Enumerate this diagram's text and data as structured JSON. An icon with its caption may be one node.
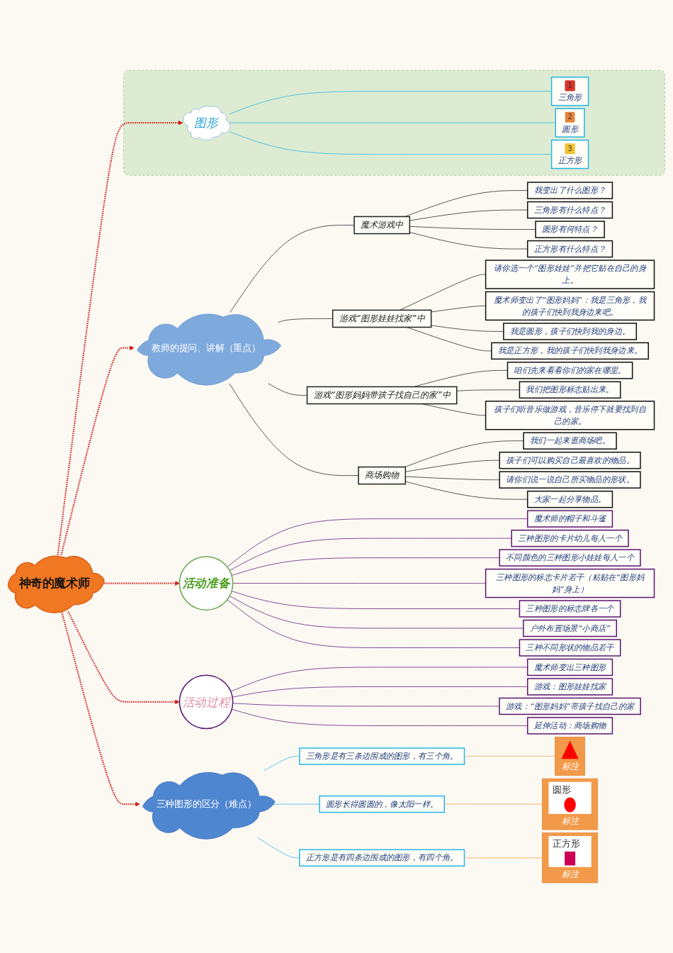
{
  "diagram": {
    "nodes": [
      {
        "text": [
          "神奇的魔术师"
        ]
      },
      {
        "text": [
          "教师的提问、讲解（重点）"
        ]
      },
      {
        "text": [
          "魔术游戏中"
        ]
      },
      {
        "text": [
          "我变出了什么图形？"
        ]
      },
      {
        "text": [
          "三角形有什么特点？"
        ]
      },
      {
        "text": [
          "圆形有何特点？"
        ]
      },
      {
        "text": [
          "正方形有什么特点？"
        ]
      },
      {
        "text": [
          "游戏“图形娃娃找家”中"
        ]
      },
      {
        "text": [
          "请你选一个“图形娃娃”并把它贴在自己的身上。"
        ]
      },
      {
        "text": [
          "魔术师变出了“图形妈妈”：我是三角形，我的孩子们快到我身边来吧。"
        ]
      },
      {
        "text": [
          "我是圆形，孩子们快到我的身边。"
        ]
      },
      {
        "text": [
          "我是正方形，我的孩子们快到我身边来。"
        ]
      },
      {
        "text": [
          "游戏“图形妈妈带孩子找自己的家”中"
        ]
      },
      {
        "text": [
          "咱们先来看看你们的家在哪里。"
        ]
      },
      {
        "text": [
          "我们把图形标志贴出来。"
        ]
      },
      {
        "text": [
          "孩子们听音乐做游戏，音乐停下就要找到自己的家。"
        ]
      },
      {
        "text": [
          "商场购物"
        ]
      },
      {
        "text": [
          "我们一起来逛商场吧。"
        ]
      },
      {
        "text": [
          "孩子们可以购买自己最喜欢的物品。"
        ]
      },
      {
        "text": [
          "请你们说一说自己所买物品的形状。"
        ]
      },
      {
        "text": [
          "大家一起分享物品。"
        ]
      },
      {
        "text": [
          "活动准备"
        ]
      },
      {
        "text": [
          "魔术师的帽子和斗篷"
        ]
      },
      {
        "text": [
          "三种图形的卡片幼儿每人一个"
        ]
      },
      {
        "text": [
          "不同颜色的三种图形小娃娃每人一个"
        ]
      },
      {
        "text": [
          "三种图形的标志卡片若干（粘贴在“图形妈妈”身上）"
        ]
      },
      {
        "text": [
          "三种图形的标志牌各一个"
        ]
      },
      {
        "text": [
          "户外布置场景“小商店”"
        ]
      },
      {
        "text": [
          "三种不同形状的物品若干"
        ]
      },
      {
        "text": [
          "活动过程"
        ]
      },
      {
        "text": [
          "魔术师变出三种图形"
        ]
      },
      {
        "text": [
          "游戏：图形娃娃找家"
        ]
      },
      {
        "text": [
          "游戏：“图形妈妈”带孩子找自己的家"
        ]
      },
      {
        "text": [
          "延伸活动：商场购物"
        ]
      },
      {
        "text": [],
        "shape": "box"
      },
      {
        "text": [
          "图形"
        ],
        "in": 34
      },
      {
        "text": [
          "1",
          "三角形"
        ],
        "in": 34
      },
      {
        "text": [
          "2",
          "圆形"
        ],
        "in": 34
      },
      {
        "text": [
          "3",
          "正方形"
        ],
        "in": 34
      },
      {
        "text": [
          "三种图形的区分（难点）"
        ]
      },
      {
        "text": [
          "三角形是有三条边围成的图形，有三个角。"
        ]
      },
      {
        "text": [
          "标注"
        ]
      },
      {
        "text": [
          "圆形长得圆圆的，像太阳一样。"
        ]
      },
      {
        "text": [
          "圆形",
          "标注"
        ]
      },
      {
        "text": [
          "正方形是有四条边围成的图形，有四个角。"
        ]
      },
      {
        "text": [
          "正方形",
          "标注"
        ]
      }
    ],
    "edges": [
      {
        "from": 0,
        "to": 1,
        "arrow": "to",
        "style": "dashed",
        "color": "#d01c1c"
      },
      {
        "from": 1,
        "to": 2,
        "arrow": "none"
      },
      {
        "from": 2,
        "to": 3,
        "arrow": "none"
      },
      {
        "from": 2,
        "to": 4,
        "arrow": "none"
      },
      {
        "from": 2,
        "to": 5,
        "arrow": "none"
      },
      {
        "from": 2,
        "to": 6,
        "arrow": "none"
      },
      {
        "from": 1,
        "to": 7,
        "arrow": "none"
      },
      {
        "from": 7,
        "to": 8,
        "arrow": "none"
      },
      {
        "from": 7,
        "to": 9,
        "arrow": "none"
      },
      {
        "from": 7,
        "to": 10,
        "arrow": "none"
      },
      {
        "from": 7,
        "to": 11,
        "arrow": "none"
      },
      {
        "from": 1,
        "to": 12,
        "arrow": "none"
      },
      {
        "from": 12,
        "to": 13,
        "arrow": "none"
      },
      {
        "from": 12,
        "to": 14,
        "arrow": "none"
      },
      {
        "from": 12,
        "to": 15,
        "arrow": "none"
      },
      {
        "from": 1,
        "to": 16,
        "arrow": "none"
      },
      {
        "from": 16,
        "to": 17,
        "arrow": "none"
      },
      {
        "from": 16,
        "to": 18,
        "arrow": "none"
      },
      {
        "from": 16,
        "to": 19,
        "arrow": "none"
      },
      {
        "from": 16,
        "to": 20,
        "arrow": "none"
      },
      {
        "from": 0,
        "to": 21,
        "arrow": "to",
        "style": "dashed",
        "color": "#d01c1c"
      },
      {
        "from": 21,
        "to": 22,
        "arrow": "none",
        "color": "#5b1670"
      },
      {
        "from": 21,
        "to": 23,
        "arrow": "none",
        "color": "#5b1670"
      },
      {
        "from": 21,
        "to": 24,
        "arrow": "none",
        "color": "#5b1670"
      },
      {
        "from": 21,
        "to": 25,
        "arrow": "none",
        "color": "#5b1670"
      },
      {
        "from": 21,
        "to": 26,
        "arrow": "none",
        "color": "#5b1670"
      },
      {
        "from": 21,
        "to": 27,
        "arrow": "none",
        "color": "#5b1670"
      },
      {
        "from": 21,
        "to": 28,
        "arrow": "none",
        "color": "#5b1670"
      },
      {
        "from": 0,
        "to": 29,
        "arrow": "to",
        "style": "dashed",
        "color": "#d01c1c"
      },
      {
        "from": 29,
        "to": 30,
        "arrow": "none",
        "color": "#5b1670"
      },
      {
        "from": 29,
        "to": 31,
        "arrow": "none",
        "color": "#5b1670"
      },
      {
        "from": 29,
        "to": 32,
        "arrow": "none",
        "color": "#5b1670"
      },
      {
        "from": 29,
        "to": 33,
        "arrow": "none",
        "color": "#5b1670"
      },
      {
        "from": 0,
        "to": 35,
        "arrow": "to",
        "style": "dashed",
        "color": "#d01c1c"
      },
      {
        "from": 35,
        "to": 36,
        "arrow": "none",
        "color": "#29b6e6"
      },
      {
        "from": 35,
        "to": 37,
        "arrow": "none",
        "color": "#29b6e6"
      },
      {
        "from": 35,
        "to": 38,
        "arrow": "none",
        "color": "#29b6e6"
      },
      {
        "from": 0,
        "to": 39,
        "arrow": "to",
        "style": "dashed",
        "color": "#d01c1c"
      },
      {
        "from": 39,
        "to": 40,
        "arrow": "none",
        "color": "#29b6e6"
      },
      {
        "from": 40,
        "to": 41,
        "arrow": "none",
        "color": "#f29a4a"
      },
      {
        "from": 39,
        "to": 42,
        "arrow": "none",
        "color": "#29b6e6"
      },
      {
        "from": 42,
        "to": 43,
        "arrow": "none",
        "color": "#f29a4a"
      },
      {
        "from": 39,
        "to": 44,
        "arrow": "none",
        "color": "#29b6e6"
      },
      {
        "from": 44,
        "to": 45,
        "arrow": "none",
        "color": "#f29a4a"
      }
    ]
  }
}
